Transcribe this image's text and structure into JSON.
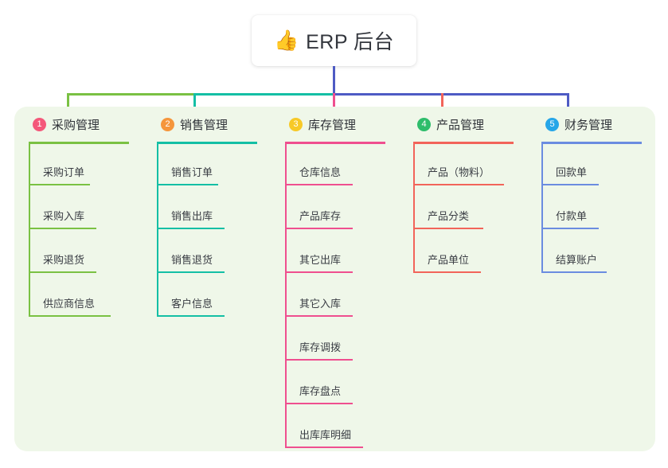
{
  "root": {
    "icon": "thumbs-up-icon",
    "emoji": "👍",
    "title": "ERP 后台"
  },
  "palette": {
    "panel_bg": "#eff7e9",
    "page_bg": "#ffffff",
    "trunk": "#4e5bc4",
    "green": "#7ac143",
    "teal": "#14bfa5",
    "pink": "#ef4f8f",
    "red": "#f2645a",
    "blue": "#4e5bc4",
    "badge_1": "#f4587a",
    "badge_2": "#f5963c",
    "badge_3": "#f7c927",
    "badge_4": "#2ebd6b",
    "badge_5": "#27a6e8",
    "text": "#2f3238"
  },
  "columns": [
    {
      "number": "1",
      "title": "采购管理",
      "badge_color": "#f4587a",
      "line_color": "#7ac143",
      "items": [
        {
          "label": "采购订单",
          "rule_width": 77
        },
        {
          "label": "采购入库",
          "rule_width": 85
        },
        {
          "label": "采购退货",
          "rule_width": 85
        },
        {
          "label": "供应商信息",
          "rule_width": 103
        }
      ]
    },
    {
      "number": "2",
      "title": "销售管理",
      "badge_color": "#f5963c",
      "line_color": "#14bfa5",
      "items": [
        {
          "label": "销售订单",
          "rule_width": 77
        },
        {
          "label": "销售出库",
          "rule_width": 85
        },
        {
          "label": "销售退货",
          "rule_width": 85
        },
        {
          "label": "客户信息",
          "rule_width": 85
        }
      ]
    },
    {
      "number": "3",
      "title": "库存管理",
      "badge_color": "#f7c927",
      "line_color": "#ef4f8f",
      "items": [
        {
          "label": "仓库信息",
          "rule_width": 85
        },
        {
          "label": "产品库存",
          "rule_width": 85
        },
        {
          "label": "其它出库",
          "rule_width": 85
        },
        {
          "label": "其它入库",
          "rule_width": 85
        },
        {
          "label": "库存调拨",
          "rule_width": 85
        },
        {
          "label": "库存盘点",
          "rule_width": 85
        },
        {
          "label": "出库库明细",
          "rule_width": 98
        }
      ]
    },
    {
      "number": "4",
      "title": "产品管理",
      "badge_color": "#2ebd6b",
      "line_color": "#f2645a",
      "items": [
        {
          "label": "产品（物料）",
          "rule_width": 114
        },
        {
          "label": "产品分类",
          "rule_width": 88
        },
        {
          "label": "产品单位",
          "rule_width": 85
        }
      ]
    },
    {
      "number": "5",
      "title": "财务管理",
      "badge_color": "#27a6e8",
      "line_color": "#6b8ce0",
      "items": [
        {
          "label": "回款单",
          "rule_width": 72
        },
        {
          "label": "付款单",
          "rule_width": 72
        },
        {
          "label": "结算账户",
          "rule_width": 82
        }
      ]
    }
  ]
}
